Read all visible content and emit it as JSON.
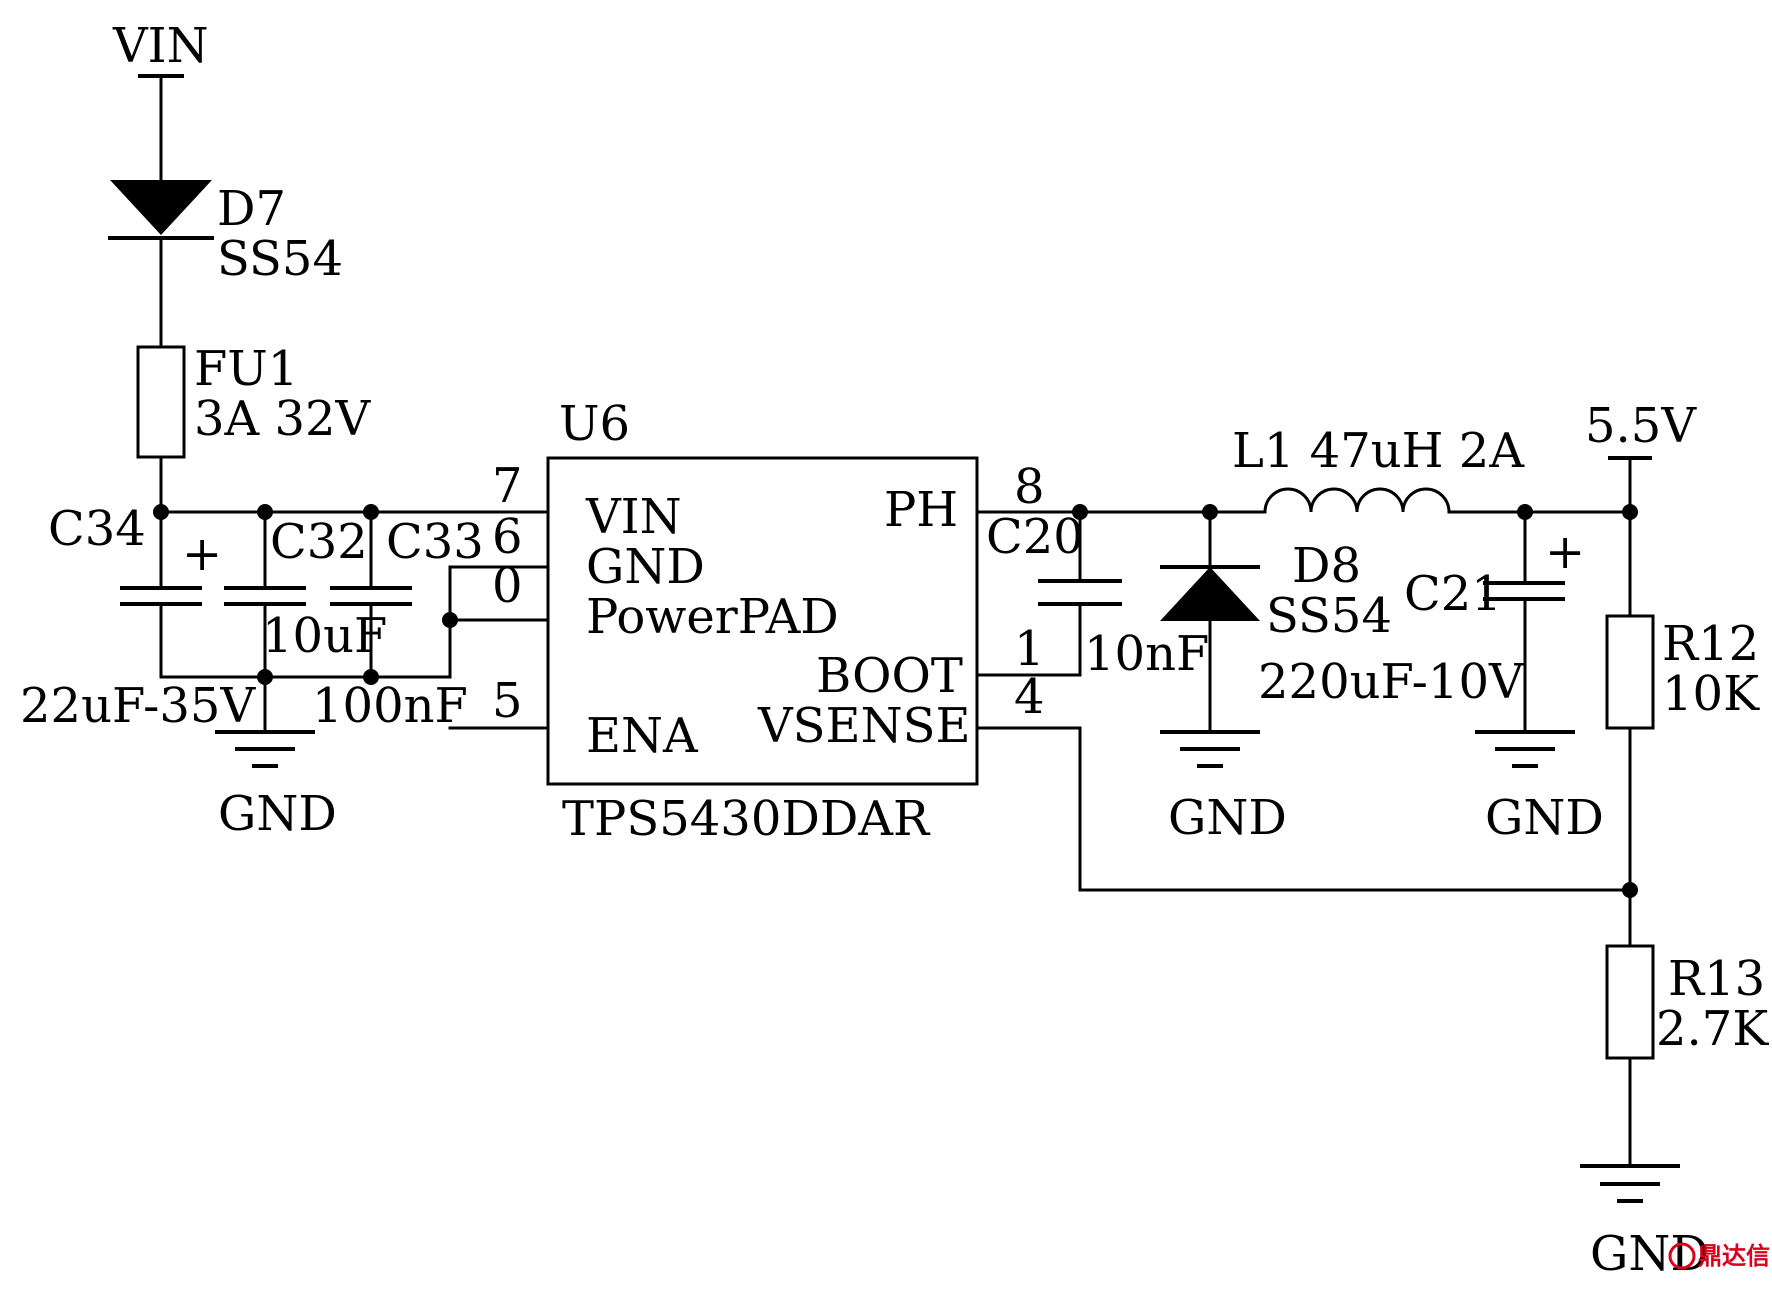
{
  "nets": {
    "vin": "VIN",
    "out": "5.5V",
    "gnd": "GND"
  },
  "parts": {
    "d7": {
      "ref": "D7",
      "value": "SS54"
    },
    "fu1": {
      "ref": "FU1",
      "value": "3A 32V"
    },
    "c34": {
      "ref": "C34",
      "value": "22uF-35V",
      "polarity": "+"
    },
    "c32": {
      "ref": "C32",
      "value": "10uF"
    },
    "c33": {
      "ref": "C33",
      "value": "100nF"
    },
    "u6": {
      "ref": "U6",
      "part": "TPS5430DDAR"
    },
    "c20": {
      "ref": "C20",
      "value": "10nF"
    },
    "d8": {
      "ref": "D8",
      "value": "SS54"
    },
    "l1": {
      "label": "L1 47uH 2A"
    },
    "c21": {
      "ref": "C21",
      "value": "220uF-10V",
      "polarity": "+"
    },
    "r12": {
      "ref": "R12",
      "value": "10K"
    },
    "r13": {
      "ref": "R13",
      "value": "2.7K"
    }
  },
  "u6_pins": {
    "vin": {
      "name": "VIN",
      "num": "7"
    },
    "gnd": {
      "name": "GND",
      "num": "6"
    },
    "powerpad": {
      "name": "PowerPAD",
      "num": "0"
    },
    "ena": {
      "name": "ENA",
      "num": "5"
    },
    "ph": {
      "name": "PH",
      "num": "8"
    },
    "boot": {
      "name": "BOOT",
      "num": "1"
    },
    "vsense": {
      "name": "VSENSE",
      "num": "4"
    }
  },
  "watermark": "鼎达信",
  "colors": {
    "ink": "#000000",
    "watermark": "#d9001b"
  }
}
